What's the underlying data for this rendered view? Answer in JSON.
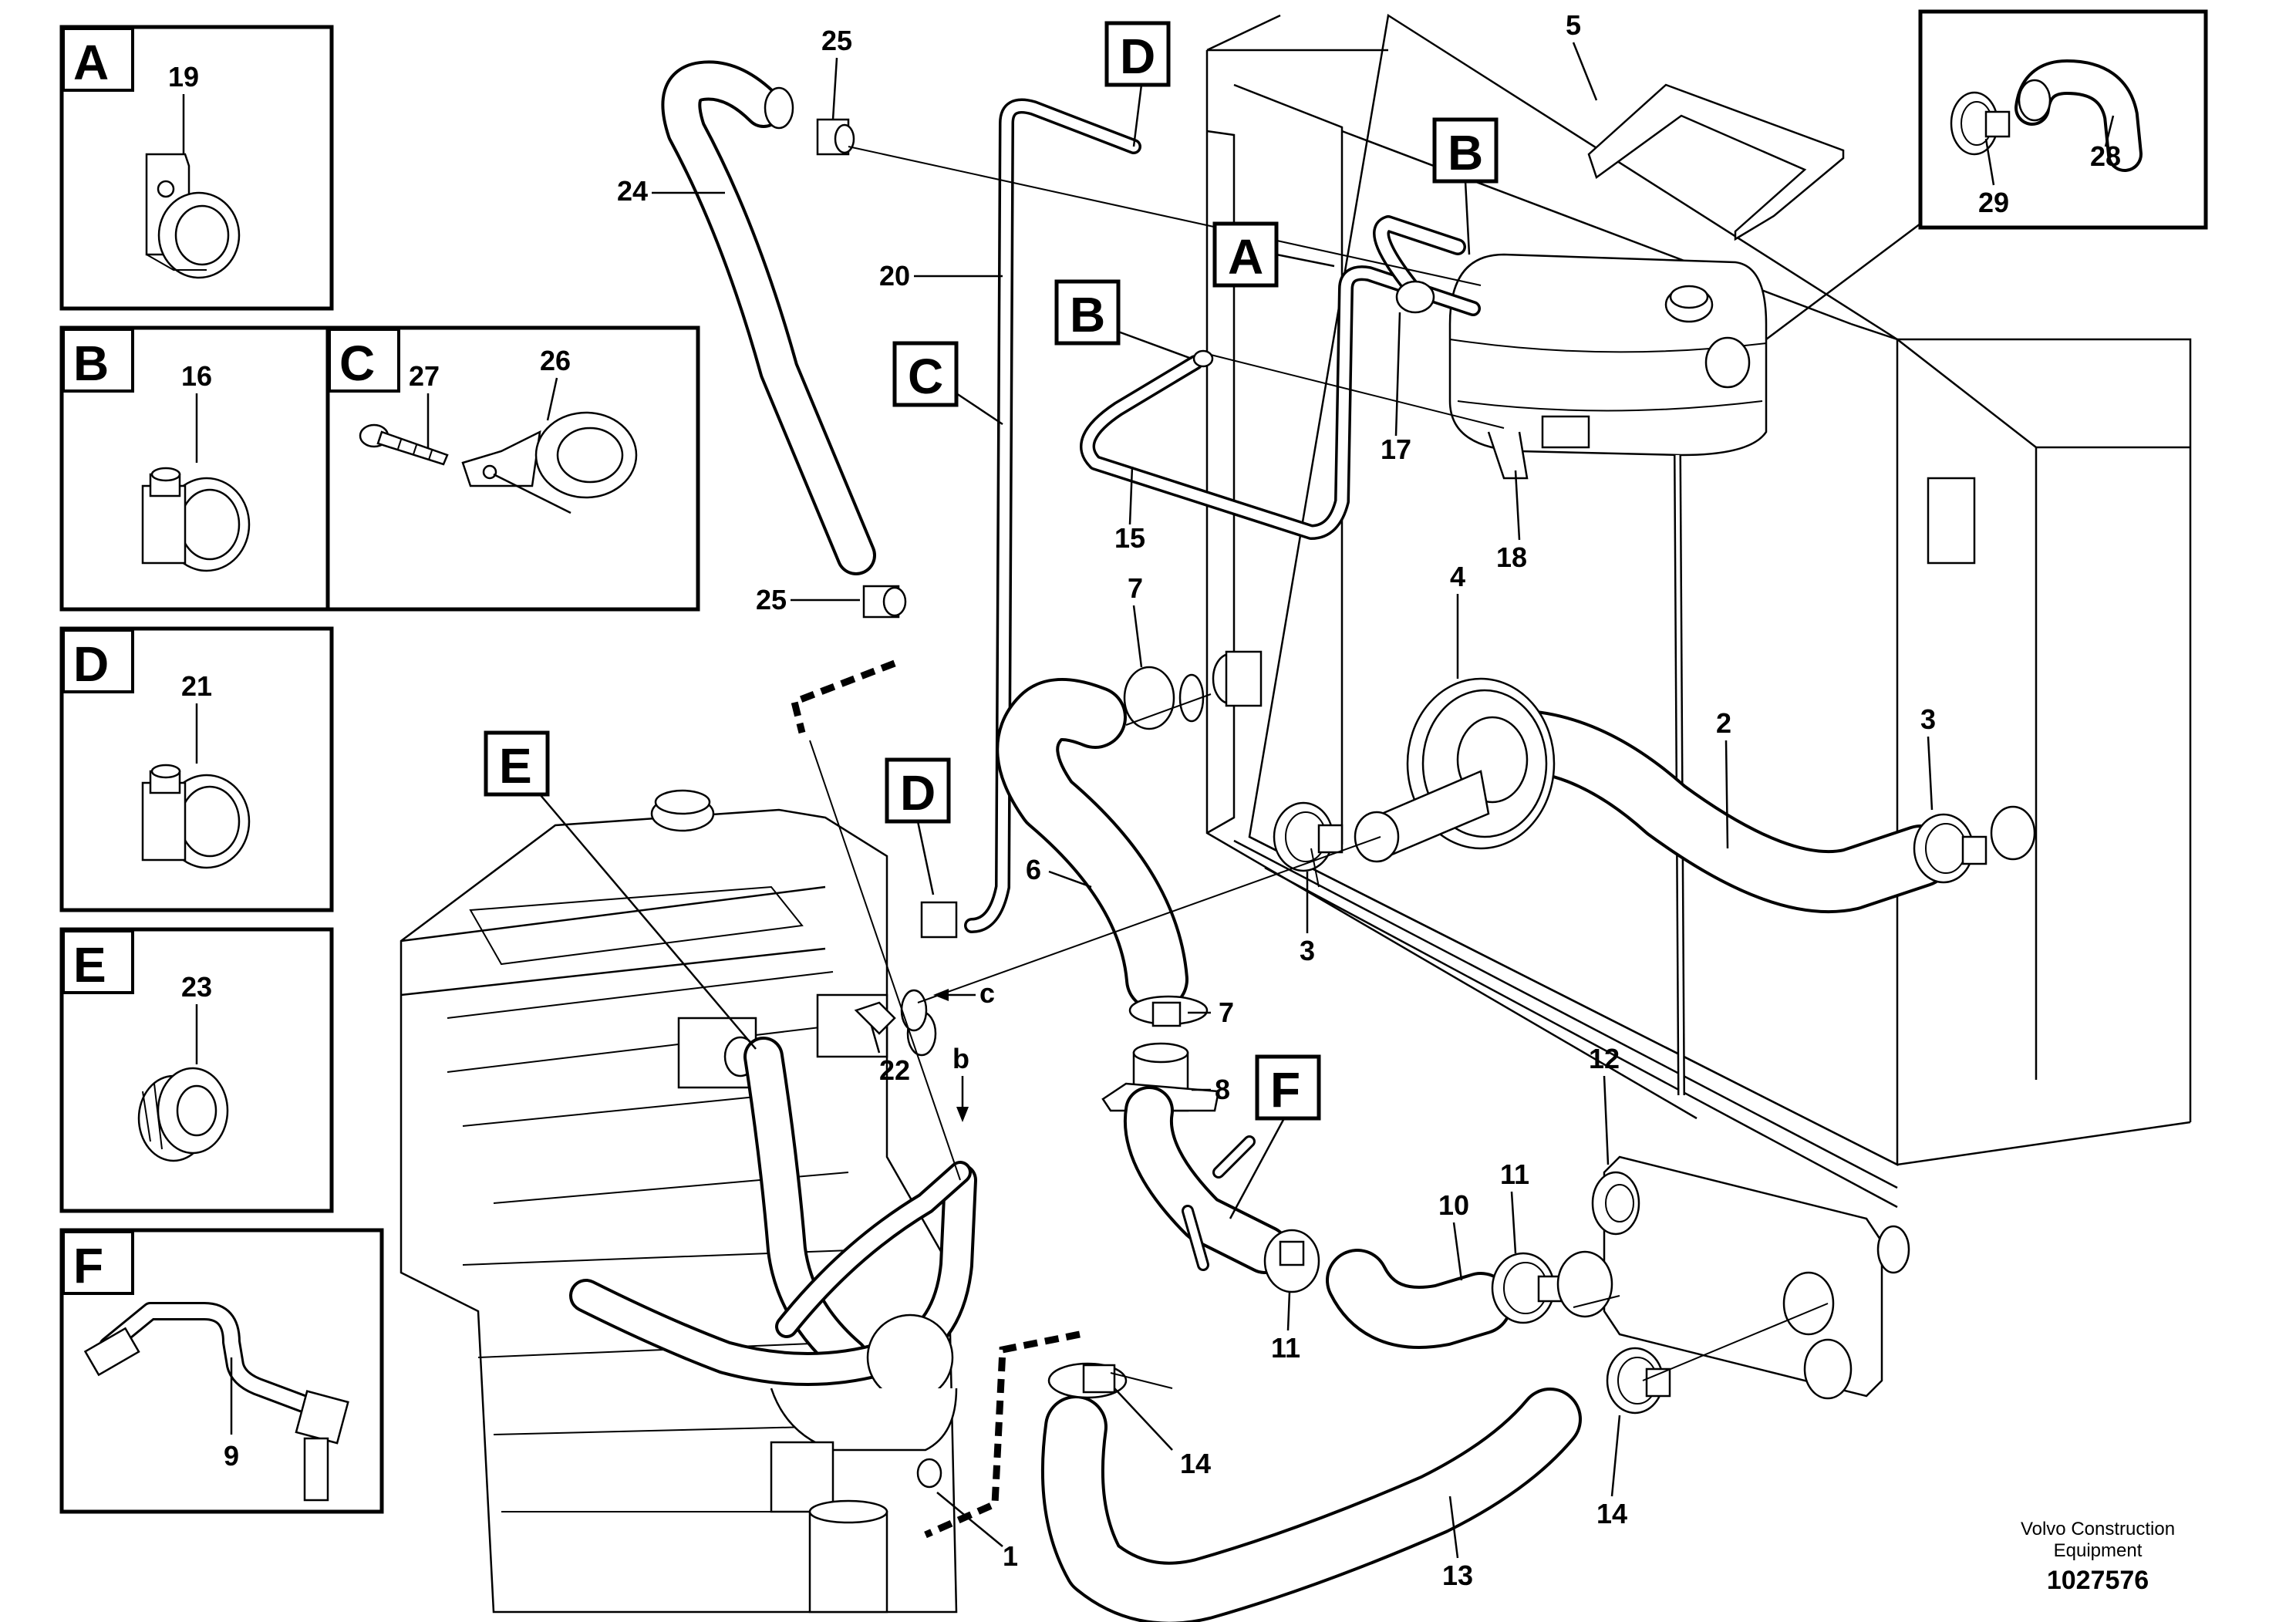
{
  "insets": [
    {
      "letter": "A",
      "part": "19"
    },
    {
      "letter": "B",
      "part": "16"
    },
    {
      "letter": "C",
      "parts": [
        "27",
        "26"
      ]
    },
    {
      "letter": "D",
      "part": "21"
    },
    {
      "letter": "E",
      "part": "23"
    },
    {
      "letter": "F",
      "part": "9"
    }
  ],
  "inset_28_29": {
    "hose": "28",
    "clamp": "29"
  },
  "detail_letters": {
    "A": "A",
    "B": "B",
    "C": "C",
    "D": "D",
    "E": "E",
    "F": "F"
  },
  "lower_letters": {
    "b": "b",
    "c": "c"
  },
  "callouts": {
    "p1": "1",
    "p2": "2",
    "p3a": "3",
    "p3b": "3",
    "p4": "4",
    "p5": "5",
    "p6": "6",
    "p7a": "7",
    "p7b": "7",
    "p8": "8",
    "p10": "10",
    "p11a": "11",
    "p11b": "11",
    "p12": "12",
    "p13": "13",
    "p14a": "14",
    "p14b": "14",
    "p15": "15",
    "p17": "17",
    "p18": "18",
    "p20": "20",
    "p22": "22",
    "p24": "24",
    "p25a": "25",
    "p25b": "25"
  },
  "footer": {
    "company_line1": "Volvo Construction",
    "company_line2": "Equipment",
    "drawing_number": "1027576"
  }
}
